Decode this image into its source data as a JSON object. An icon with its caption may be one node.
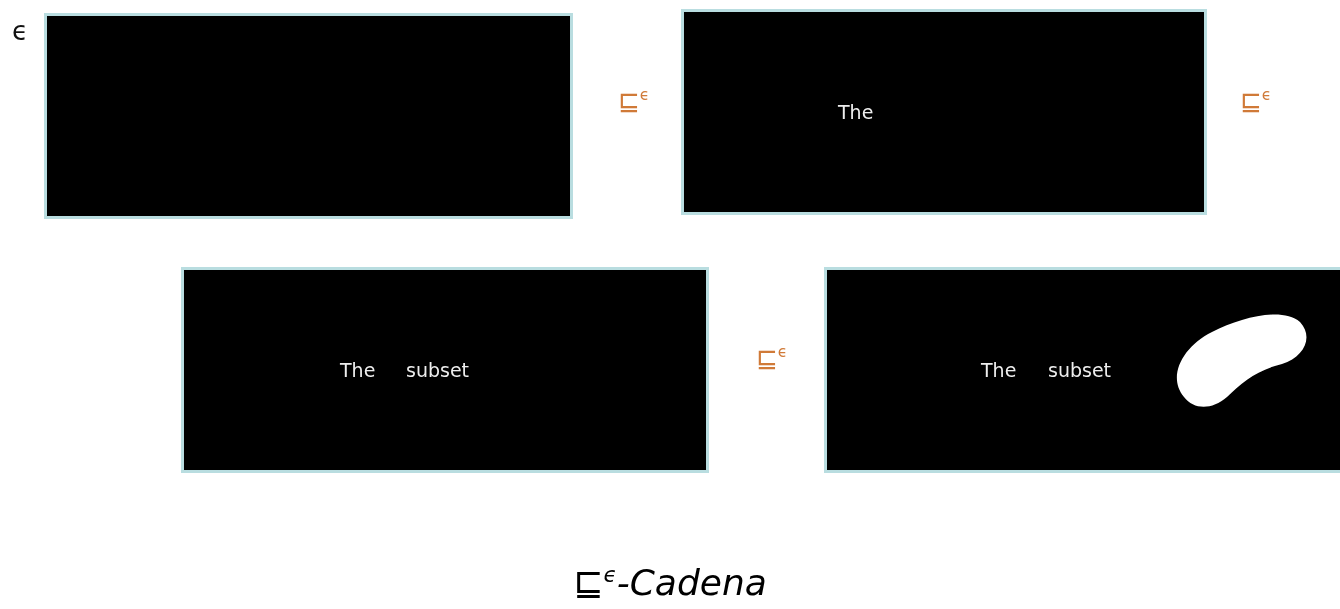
{
  "diagram": {
    "title": "⊑$^{ϵ}$-Cadena",
    "nodes": [
      {
        "text": [],
        "shape": "box"
      },
      {
        "text": [
          "The"
        ]
      },
      {
        "text": [
          "The",
          "subset"
        ]
      },
      {
        "text": [
          "The",
          "subset"
        ]
      },
      {
        "text": [],
        "shape": "blob",
        "in": 3
      }
    ],
    "labels": [
      "ϵ",
      "⊑$^{ϵ}$",
      "⊑$^{ϵ}$",
      "⊑$^{ϵ}$"
    ]
  }
}
